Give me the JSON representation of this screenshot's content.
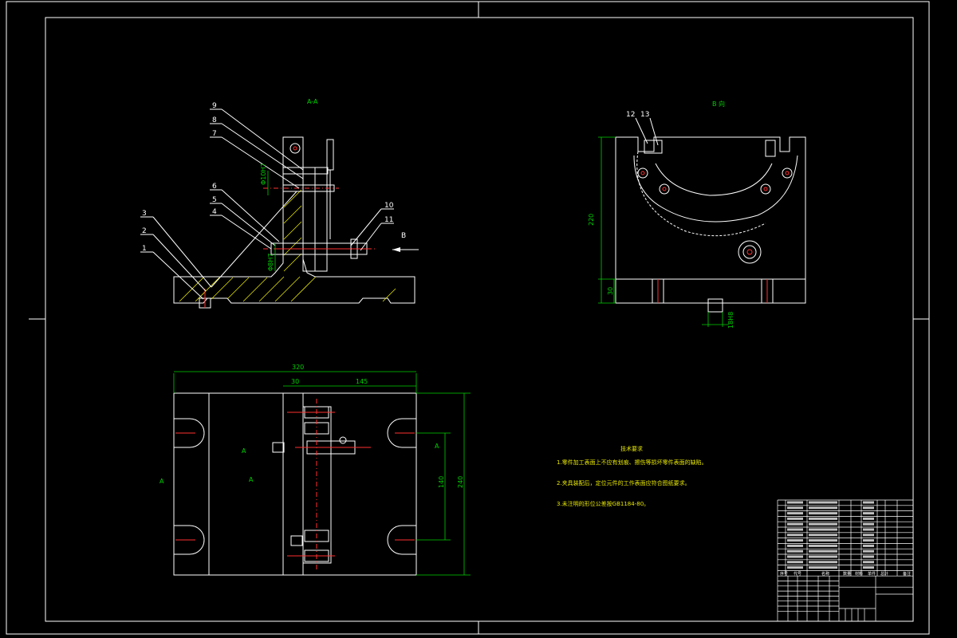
{
  "views": {
    "section_aa": "A-A",
    "view_b": "B 向",
    "arrow_b": "B",
    "section_mark_a": "A"
  },
  "part_numbers": {
    "p1": "1",
    "p2": "2",
    "p3": "3",
    "p4": "4",
    "p5": "5",
    "p6": "6",
    "p7": "7",
    "p8": "8",
    "p9": "9",
    "p10": "10",
    "p11": "11",
    "p12": "12",
    "p13": "13"
  },
  "dimensions": {
    "overall_width": "320",
    "offset_30": "30",
    "span_145": "145",
    "height_240": "240",
    "height_140": "140",
    "height_220": "220",
    "base_30": "30",
    "slot_18": "18H8",
    "dia_10": "Φ10H7",
    "dia_8": "Φ8H7"
  },
  "tech_requirements": {
    "title": "技术要求",
    "line1": "1.零件加工表面上不应有划痕、擦伤等损坏零件表面的缺陷。",
    "line2": "2.夹具装配后，定位元件的工作表面应符合图纸要求。",
    "line3": "3.未注明的形位公差按GB1184-80。"
  },
  "title_block": {
    "headers": [
      "序号",
      "代号",
      "名称",
      "数量",
      "材料",
      "单件",
      "总计",
      "备注"
    ],
    "rows": 13
  }
}
